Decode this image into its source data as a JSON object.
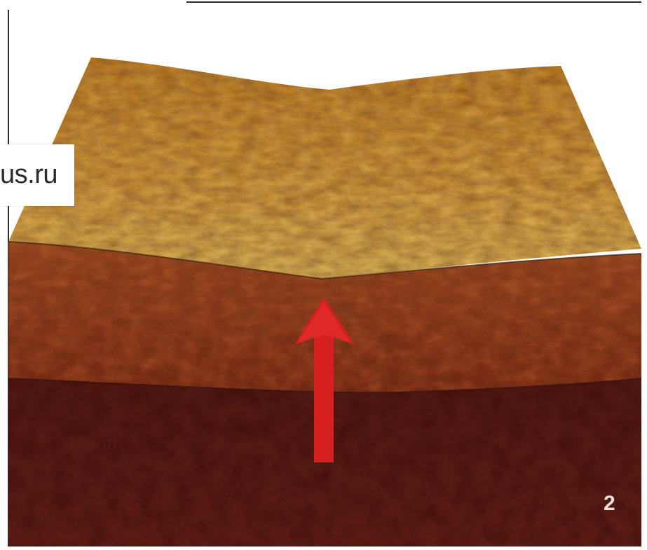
{
  "watermark": {
    "text": "us.ru"
  },
  "label": {
    "faint_text": "Mouth"
  },
  "figure": {
    "number": "2"
  },
  "colors": {
    "top_layer": "#c58a2c",
    "middle_layer": "#8a3a1c",
    "bottom_layer": "#4a1410",
    "arrow": "#d62020"
  }
}
